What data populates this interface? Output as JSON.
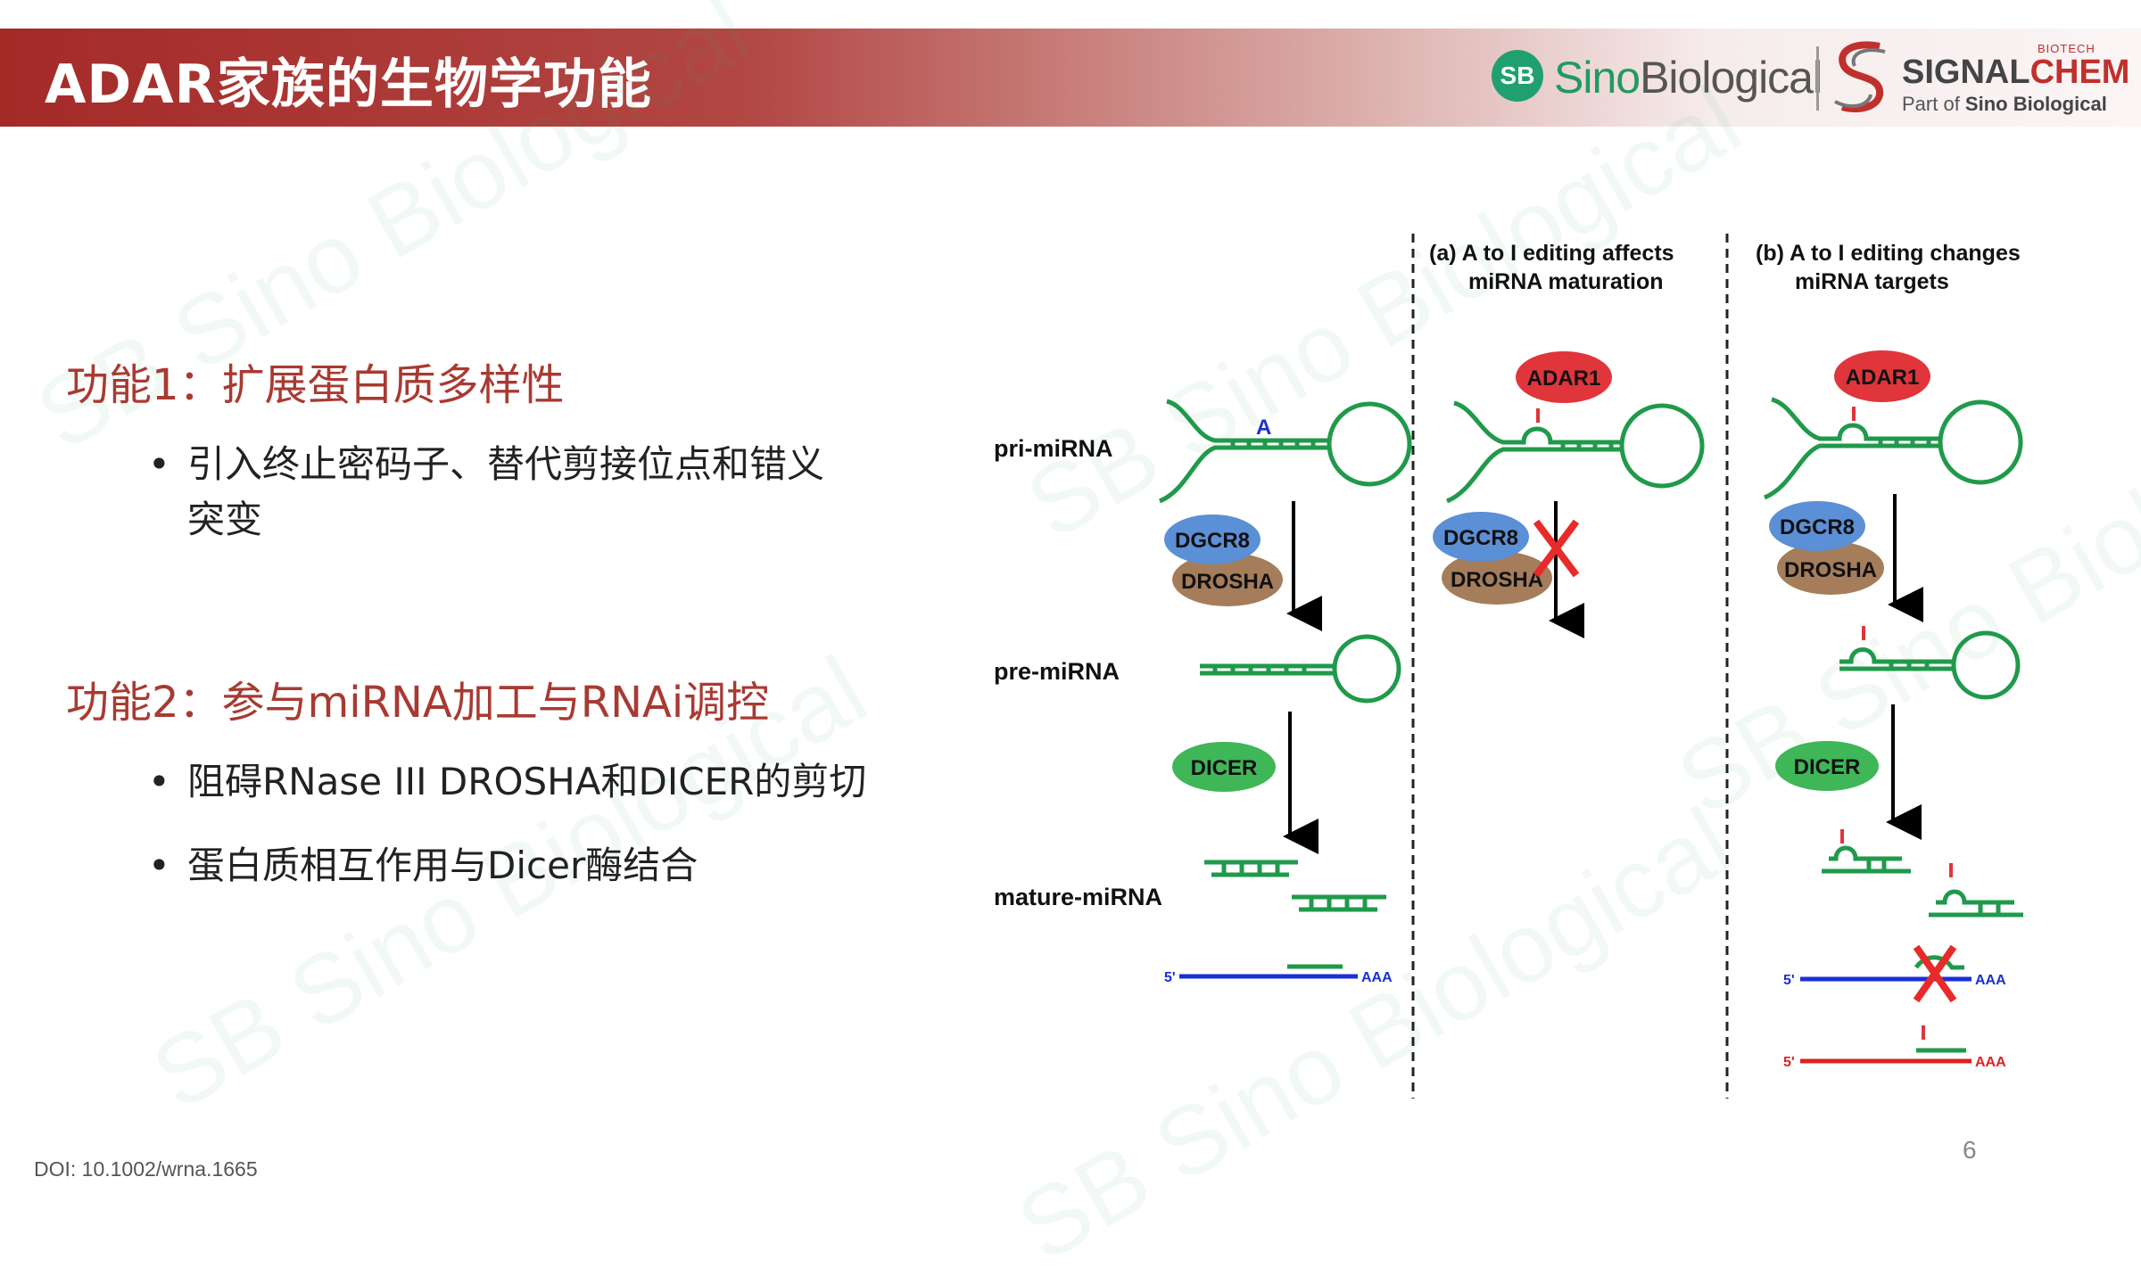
{
  "header": {
    "title": "ADAR家族的生物学功能",
    "logo_sino_a": "Sino",
    "logo_sino_b": "Biological",
    "logo_sb": "SB",
    "logo_biotech": "BIOTECH",
    "logo_signal": "SIGNAL",
    "logo_chem": "CHEM",
    "logo_partof_prefix": "Part of ",
    "logo_partof_bold": "Sino Biological"
  },
  "content": {
    "func1_heading": "功能1：扩展蛋白质多样性",
    "func1_bullets": [
      "引入终止密码子、替代剪接位点和错义",
      "突变"
    ],
    "func2_heading": "功能2：参与miRNA加工与RNAi调控",
    "func2_bullets": [
      "阻碍RNase III DROSHA和DICER的剪切",
      "蛋白质相互作用与Dicer酶结合"
    ],
    "bullet_symbol": "•"
  },
  "diagram": {
    "stage_labels": [
      "pri-miRNA",
      "pre-miRNA",
      "mature-miRNA"
    ],
    "panel_a_title_1": "(a) A to I editing affects",
    "panel_a_title_2": "miRNA maturation",
    "panel_b_title_1": "(b) A to I editing changes",
    "panel_b_title_2": "miRNA targets",
    "adenosine_label": "A",
    "proteins": {
      "dgcr8": "DGCR8",
      "drosha": "DROSHA",
      "dicer": "DICER",
      "adar1": "ADAR1"
    },
    "five_prime": "5'",
    "poly_a": "AAA",
    "colors": {
      "rna": "#1f9a4a",
      "dgcr8": "#5b8fd6",
      "drosha": "#a57d5a",
      "dicer": "#3fb657",
      "adar1": "#e0353a",
      "target_blue": "#1a2fd6",
      "target_red": "#e02020",
      "block_x": "#e82a2a"
    }
  },
  "footer": {
    "doi": "DOI: 10.1002/wrna.1665",
    "page": "6"
  }
}
